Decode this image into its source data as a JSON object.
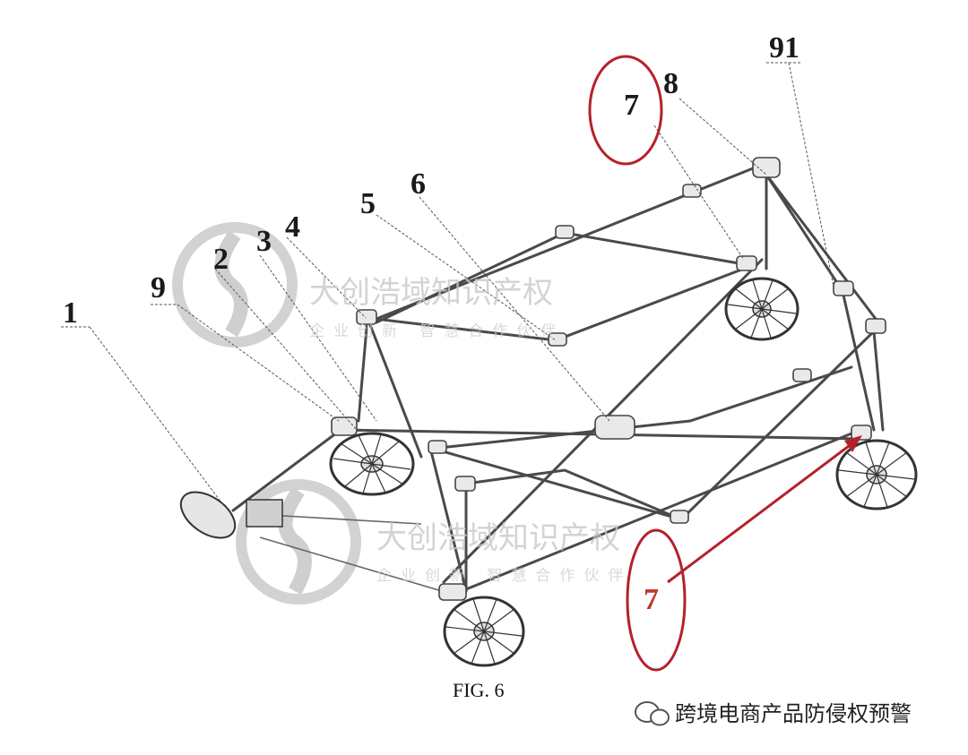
{
  "figure": {
    "caption": "FIG. 6",
    "part_labels": [
      "1",
      "9",
      "2",
      "3",
      "4",
      "5",
      "6",
      "7",
      "8",
      "91"
    ],
    "annotation_label": "7",
    "annotation_color": "#b5212a",
    "watermark_title": "大创浩域知识产权",
    "watermark_subtitle_top": "企业创新 智慧合作伙伴",
    "watermark_subtitle_bottom": "企业创新 智慧合作伙伴",
    "brand_text": "跨境电商产品防侵权预警",
    "brand_icon": "wechat-icon"
  }
}
